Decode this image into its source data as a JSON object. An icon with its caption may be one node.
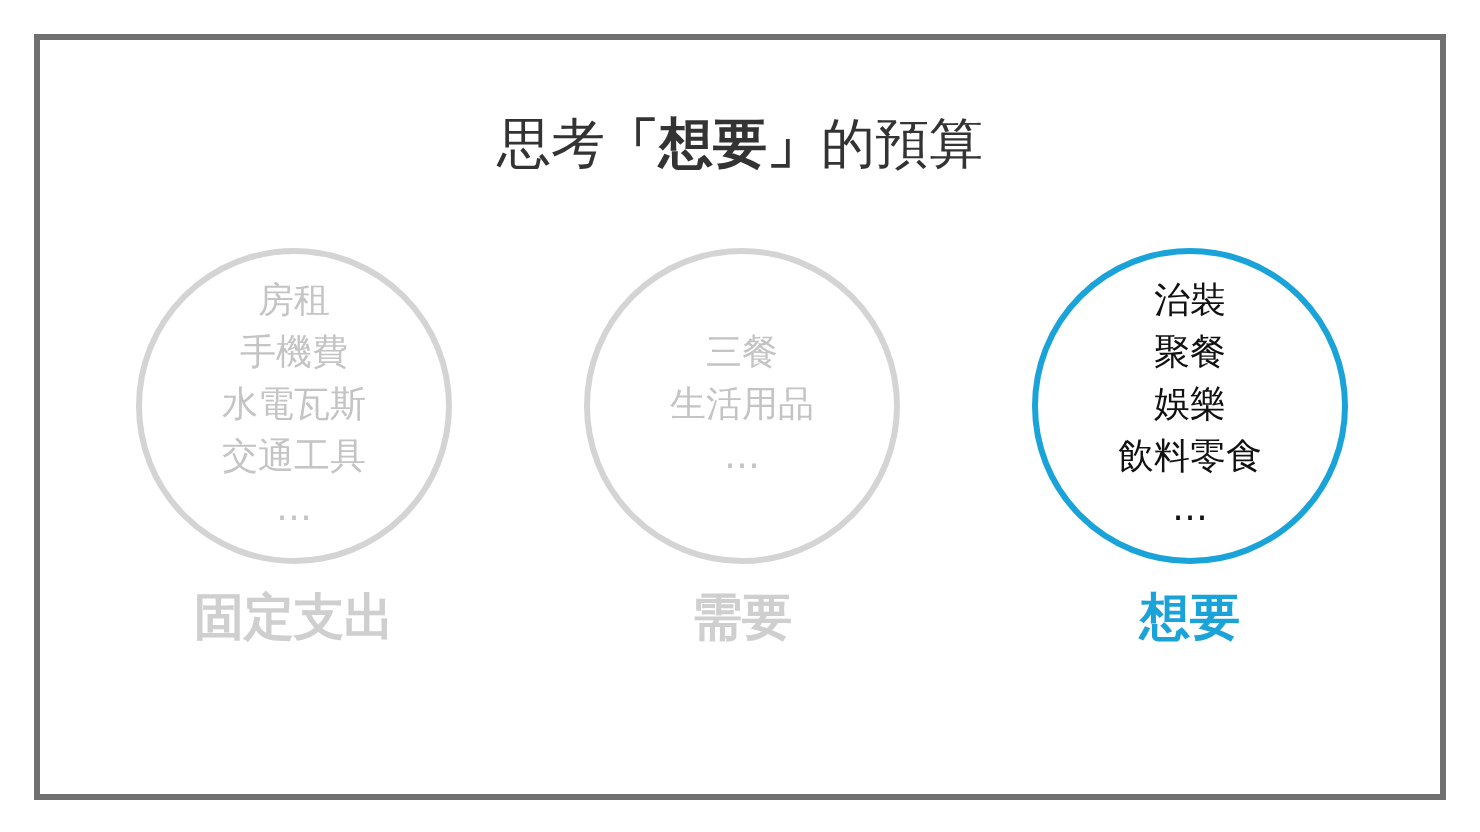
{
  "diagram": {
    "title": "思考**「想要」**的預算",
    "nodes": [
      {
        "text": [
          "房租",
          "手機費",
          "水電瓦斯",
          "交通工具",
          "…",
          "固定支出"
        ]
      },
      {
        "text": [
          "三餐",
          "生活用品",
          "…",
          "需要"
        ]
      },
      {
        "text": [
          "治裝",
          "聚餐",
          "娛樂",
          "飲料零食",
          "…",
          "想要"
        ]
      }
    ],
    "edges": []
  }
}
